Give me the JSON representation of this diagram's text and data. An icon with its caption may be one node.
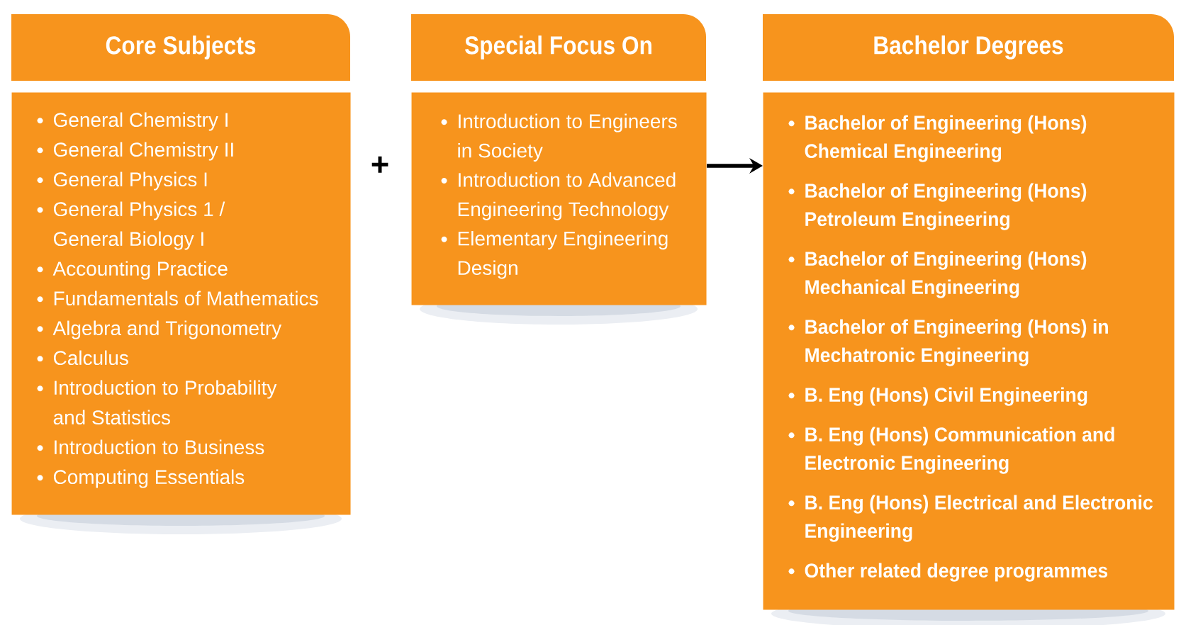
{
  "diagram": {
    "nodes": [
      {
        "text": [
          "Core Subjects"
        ]
      },
      {
        "text": [
          "General Chemistry I",
          "General Chemistry II",
          "General Physics I",
          "General Physics 1 / General Biology I",
          "Accounting Practice",
          "Fundamentals of Mathematics",
          "Algebra and Trigonometry",
          "Calculus",
          "Introduction to Probability and Statistics",
          "Introduction to Business",
          "Computing Essentials"
        ]
      },
      {
        "text": [
          "Special Focus On"
        ]
      },
      {
        "text": [
          "Introduction to Engineers in Society",
          "Introduction to Advanced Engineering Technology",
          "Elementary Engineering Design"
        ]
      },
      {
        "text": [
          "Bachelor Degrees"
        ]
      },
      {
        "text": [
          "Bachelor of Engineering (Hons) Chemical Engineering",
          "Bachelor of Engineering (Hons) Petroleum Engineering",
          "Bachelor of Engineering (Hons) Mechanical Engineering",
          "Bachelor of Engineering (Hons) in Mechatronic Engineering",
          "B. Eng (Hons) Civil Engineering",
          "B. Eng (Hons) Communication and Electronic Engineering",
          "B. Eng (Hons) Electrical and Electronic Engineering",
          "Other related degree programmes"
        ]
      }
    ],
    "edges": [
      {
        "from": 3,
        "to": 5,
        "arrow": "to"
      }
    ],
    "labels": [
      "+"
    ]
  }
}
